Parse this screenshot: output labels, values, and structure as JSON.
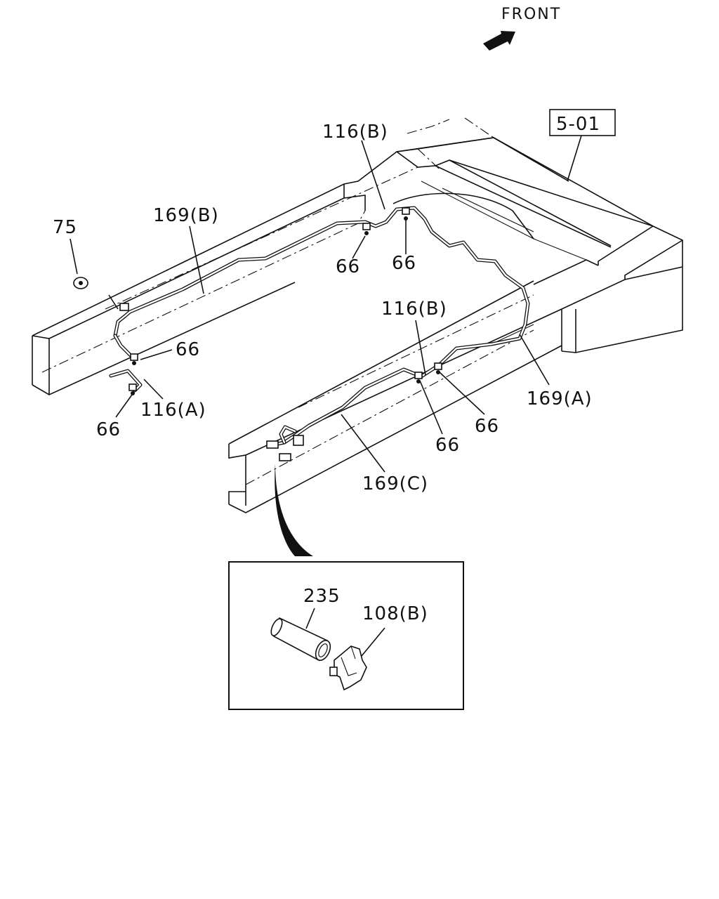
{
  "orientation": {
    "label": "FRONT",
    "arrow_icon": "front-arrow-icon"
  },
  "reference_box": {
    "label": "5-01"
  },
  "callouts": {
    "c75": "75",
    "c169b": "169(B)",
    "c116b_top": "116(B)",
    "c66_top_left": "66",
    "c66_top_right": "66",
    "c66_left": "66",
    "c116a": "116(A)",
    "c66_bottom_left": "66",
    "c116b_mid": "116(B)",
    "c169a": "169(A)",
    "c66_mid_right": "66",
    "c66_mid_left": "66",
    "c169c": "169(C)"
  },
  "detail_inset": {
    "c235": "235",
    "c108b": "108(B)"
  }
}
